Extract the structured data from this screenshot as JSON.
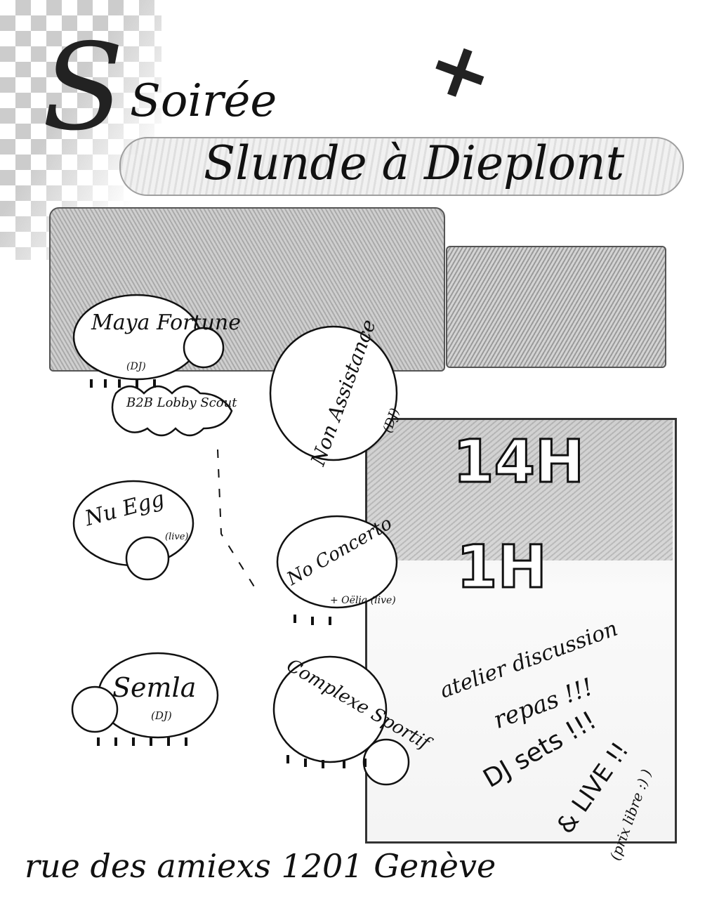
{
  "title": {
    "line1": "Soirée",
    "plus": "+",
    "line2": "Slunde à Dieplont"
  },
  "acts": [
    {
      "name": "Maya Fortune",
      "tag": "(DJ)",
      "extra": "B2B Lobby Scout"
    },
    {
      "name": "Non Assistance",
      "tag": "(DJ)"
    },
    {
      "name": "Nu Egg",
      "tag": "(live)"
    },
    {
      "name": "No Concerto",
      "tag": "+ Oëlia (live)"
    },
    {
      "name": "Semla",
      "tag": "(DJ)"
    },
    {
      "name": "Complexe Sportif",
      "tag": ""
    }
  ],
  "schedule": {
    "start": "14H",
    "end": "1H"
  },
  "program": [
    "atelier discussion",
    "repas !!!",
    "DJ sets !!!",
    "& LIVE !!"
  ],
  "price_note": "(prix libre :) )",
  "address": "rue des amiexs 1201 Genève"
}
